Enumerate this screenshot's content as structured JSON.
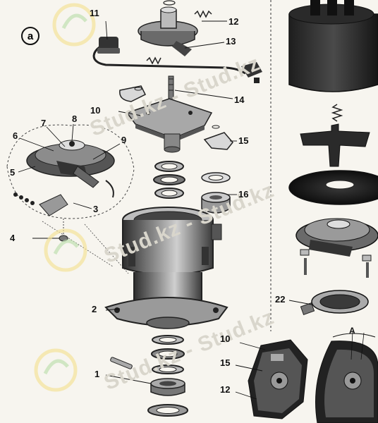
{
  "panel_label": "a",
  "watermark_text": "Stud.kz - Stud.kz",
  "angle_label": "A",
  "callouts": {
    "c1": "1",
    "c2": "2",
    "c3": "3",
    "c4": "4",
    "c5": "5",
    "c6": "6",
    "c7": "7",
    "c8": "8",
    "c9": "9",
    "c10": "10",
    "c11": "11",
    "c12": "12",
    "c13": "13",
    "c14": "14",
    "c15": "15",
    "c16": "16",
    "c22": "22",
    "c10b": "10",
    "c15b": "15",
    "c12b": "12"
  },
  "colors": {
    "ink": "#1a1a1a",
    "metal_dark": "#3a3a3a",
    "metal_mid": "#7a7a7a",
    "metal_light": "#b8b8b8",
    "paper": "#f7f5ef",
    "watermark": "#d9d6cc",
    "logo_yellow": "#f3e39a",
    "logo_green": "#bfe0b0"
  }
}
